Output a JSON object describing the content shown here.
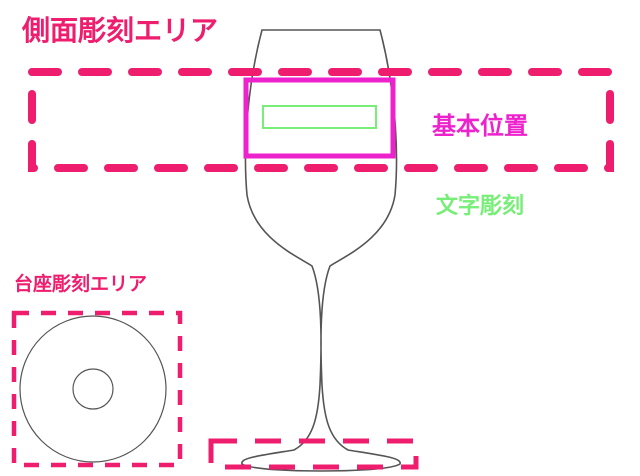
{
  "labels": {
    "side_area": "側面彫刻エリア",
    "base_position": "基本位置",
    "text_engraving": "文字彫刻",
    "pedestal_area": "台座彫刻エリア"
  },
  "colors": {
    "area_dash": "#ee1d6d",
    "base_position": "#ee22cc",
    "text_engraving": "#77ee77",
    "glass_outline": "#555555"
  }
}
